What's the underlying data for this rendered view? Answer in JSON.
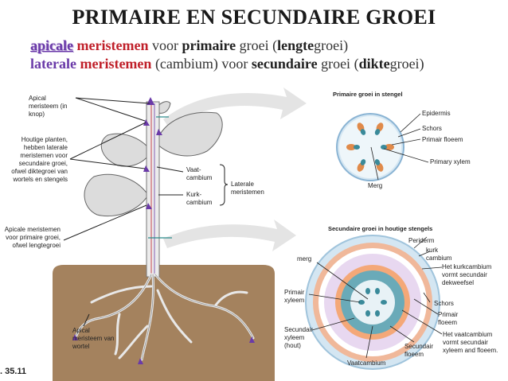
{
  "title": "PRIMAIRE EN SECUNDAIRE GROEI",
  "subtitle1": {
    "w1": "apicale",
    "w2": "meristemen",
    "w3": "voor",
    "w4": "primaire",
    "w5": "groei (",
    "w6": "lengte",
    "w7": "groei)"
  },
  "subtitle2": {
    "w1": "laterale",
    "w2": "meristemen",
    "w3": "(cambium) voor",
    "w4": "secundaire",
    "w5": "groei (",
    "w6": "dikte",
    "w7": "groei)"
  },
  "plant_labels": {
    "apical_bud": "Apical meristeem (in knop)",
    "woody": "Houtige planten, hebben laterale meristemen voor secundaire groei, ofwel diktegroei van wortels en stengels",
    "apical_primary": "Apicale meristemen voor primaire groei, ofwel lengtegroei",
    "apical_root": "Apical meristeem van wortel",
    "vaat": "Vaat-cambium",
    "kurk": "Kurk-cambium",
    "lateral": "Laterale meristemen"
  },
  "primary": {
    "header": "Primaire groei in stengel",
    "epidermis": "Epidermis",
    "schors": "Schors",
    "floeem": "Primair floeem",
    "xylem": "Primary xylem",
    "merg": "Merg"
  },
  "secondary": {
    "header": "Secundaire groei in houtige stengels",
    "periderm": "Periderm",
    "kurkcambium": "kurk cambium",
    "het_kurk": "Het kurkcambium vormt secundair dekweefsel",
    "merg": "merg",
    "primair_xyleem": "Primair xyleem",
    "schors": "Schors",
    "primair_floeem": "Primair floeem",
    "sec_xyleem": "Secundair xyleem (hout)",
    "sec_floeem": "Secundair floeem",
    "het_vaat": "Het vaatcambium vormt secundair xyleem and floeem.",
    "vaatcambium": "Vaatcambium"
  },
  "figure_ref": ". 35.11",
  "colors": {
    "purple": "#6a3aa8",
    "red": "#c0202a",
    "soil": "#a4825e",
    "leaf": "#dcdcdc",
    "arrow": "#e4e4e4"
  }
}
